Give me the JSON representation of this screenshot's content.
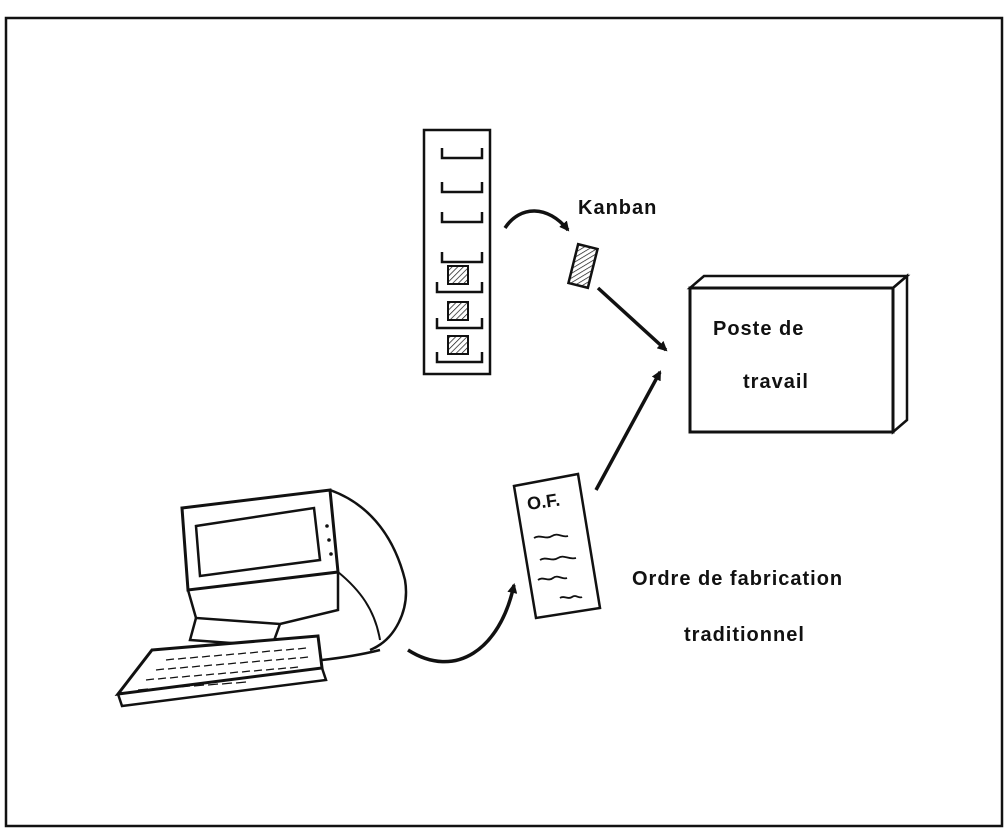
{
  "kanban_label": "Kanban",
  "workstation_label_line1": "Poste de",
  "workstation_label_line2": "travail",
  "order_doc_label": "O.F.",
  "order_label_line1": "Ordre de fabrication",
  "order_label_line2": "traditionnel",
  "colors": {
    "ink": "#111111",
    "paper": "#ffffff"
  }
}
